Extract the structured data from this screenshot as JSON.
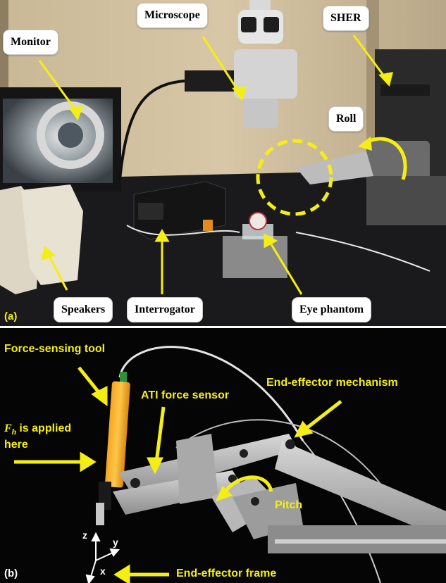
{
  "panel_a": {
    "tag": "(a)",
    "labels": {
      "monitor": "Monitor",
      "microscope": "Microscope",
      "sher": "SHER",
      "roll": "Roll",
      "speakers": "Speakers",
      "interrogator": "Interrogator",
      "eye_phantom": "Eye phantom"
    },
    "label_color": "#000000",
    "arrow_color": "#f5ee15"
  },
  "panel_b": {
    "tag": "(b)",
    "labels": {
      "force_tool": "Force-sensing tool",
      "fh_line1": "is applied",
      "fh_line2": "here",
      "fh_symbol": "F",
      "fh_subscript": "h",
      "ati": "ATI force sensor",
      "end_effector_mech": "End-effector mechanism",
      "pitch": "Pitch",
      "end_effector_frame": "End-effector frame"
    },
    "axes": {
      "z": "z",
      "y": "y",
      "x": "x"
    },
    "label_color": "#f5ee15"
  }
}
